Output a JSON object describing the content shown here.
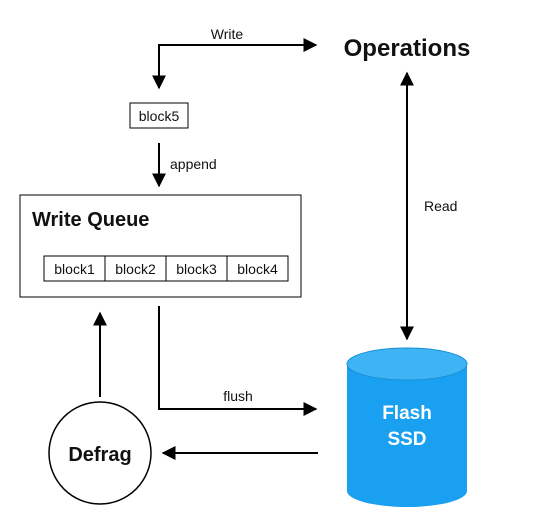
{
  "operations": {
    "title": "Operations"
  },
  "labels": {
    "write": "Write",
    "append": "append",
    "read": "Read",
    "flush": "flush"
  },
  "incoming_block": "block5",
  "write_queue": {
    "title": "Write Queue",
    "blocks": [
      "block1",
      "block2",
      "block3",
      "block4"
    ]
  },
  "flash_ssd": {
    "line1": "Flash",
    "line2": "SSD"
  },
  "defrag": {
    "label": "Defrag"
  },
  "colors": {
    "ssd_fill": "#1aa0f0",
    "ssd_top": "#3fb4f5",
    "line": "#000000"
  }
}
